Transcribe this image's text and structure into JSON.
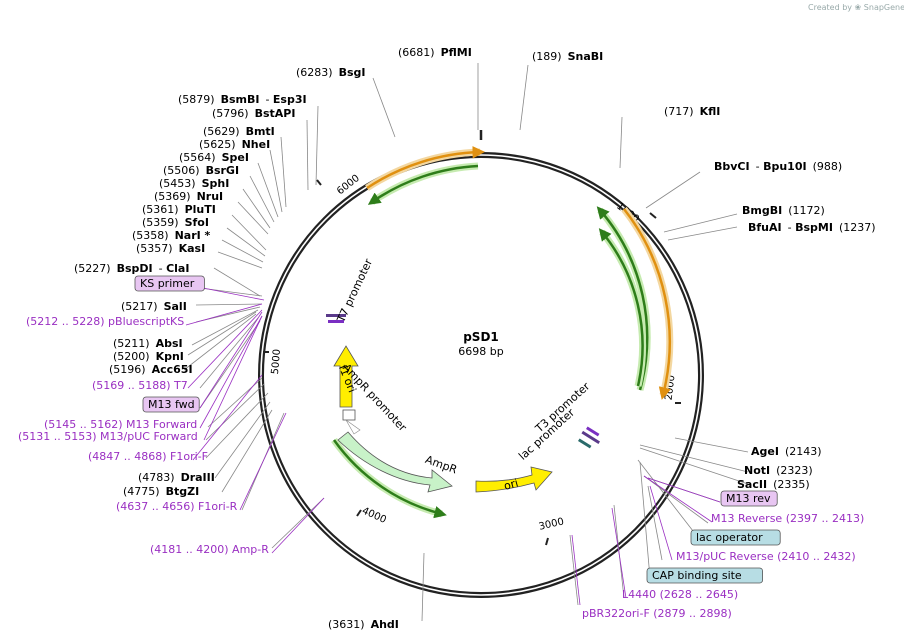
{
  "credit": "Created by ❀ SnapGene",
  "plasmid": {
    "name": "pSD1",
    "size": "6698 bp"
  },
  "scale_ticks": [
    "1000",
    "2000",
    "3000",
    "4000",
    "5000",
    "6000"
  ],
  "features": [
    {
      "label": "T7 promoter",
      "type": "promoter"
    },
    {
      "label": "f1 ori",
      "type": "rep_origin",
      "color": "#ffee00"
    },
    {
      "label": "AmpR promoter",
      "type": "promoter"
    },
    {
      "label": "AmpR",
      "type": "CDS",
      "color": "#c8f2c8"
    },
    {
      "label": "ori",
      "type": "rep_origin",
      "color": "#ffee00"
    },
    {
      "label": "lac promoter",
      "type": "promoter"
    },
    {
      "label": "T3 promoter",
      "type": "promoter"
    }
  ],
  "sites": [
    {
      "id": "pflmi",
      "pos": "(6681)",
      "name": "PflMI"
    },
    {
      "id": "snabi",
      "pos": "(189)",
      "name": "SnaBI"
    },
    {
      "id": "bsgi",
      "pos": "(6283)",
      "name": "BsgI"
    },
    {
      "id": "kfli",
      "pos": "(717)",
      "name": "KflI"
    },
    {
      "id": "bsmbi",
      "pos": "(5879)",
      "name": "BsmBI",
      "alt": "Esp3I"
    },
    {
      "id": "bstapi",
      "pos": "(5796)",
      "name": "BstAPI"
    },
    {
      "id": "bbvci",
      "pos": "",
      "name": "BbvCI",
      "alt": "Bpu10I",
      "pos_after": "(988)"
    },
    {
      "id": "bmti",
      "pos": "(5629)",
      "name": "BmtI"
    },
    {
      "id": "nhei",
      "pos": "(5625)",
      "name": "NheI"
    },
    {
      "id": "spei",
      "pos": "(5564)",
      "name": "SpeI"
    },
    {
      "id": "bsrgi",
      "pos": "(5506)",
      "name": "BsrGI"
    },
    {
      "id": "sphi",
      "pos": "(5453)",
      "name": "SphI"
    },
    {
      "id": "bmgbi",
      "pos": "",
      "name": "BmgBI",
      "pos_after": "(1172)"
    },
    {
      "id": "nrui",
      "pos": "(5369)",
      "name": "NruI"
    },
    {
      "id": "bfuai",
      "pos": "",
      "name": "BfuAI",
      "alt": "BspMI",
      "pos_after": "(1237)"
    },
    {
      "id": "pluti",
      "pos": "(5361)",
      "name": "PluTI"
    },
    {
      "id": "sfoi",
      "pos": "(5359)",
      "name": "SfoI"
    },
    {
      "id": "nari",
      "pos": "(5358)",
      "name": "NarI *"
    },
    {
      "id": "kasi",
      "pos": "(5357)",
      "name": "KasI"
    },
    {
      "id": "bspdi",
      "pos": "(5227)",
      "name": "BspDI",
      "alt": "ClaI"
    },
    {
      "id": "sali",
      "pos": "(5217)",
      "name": "SalI"
    },
    {
      "id": "absi",
      "pos": "(5211)",
      "name": "AbsI"
    },
    {
      "id": "kpni",
      "pos": "(5200)",
      "name": "KpnI"
    },
    {
      "id": "acc65i",
      "pos": "(5196)",
      "name": "Acc65I"
    },
    {
      "id": "dra3",
      "pos": "(4783)",
      "name": "DraIII"
    },
    {
      "id": "btgzi",
      "pos": "(4775)",
      "name": "BtgZI"
    },
    {
      "id": "agei",
      "pos": "",
      "name": "AgeI",
      "pos_after": "(2143)"
    },
    {
      "id": "noti",
      "pos": "",
      "name": "NotI",
      "pos_after": "(2323)"
    },
    {
      "id": "sacii",
      "pos": "",
      "name": "SacII",
      "pos_after": "(2335)"
    },
    {
      "id": "ahdi",
      "pos": "(3631)",
      "name": "AhdI"
    }
  ],
  "primers": [
    {
      "id": "ks-primer",
      "label": "KS primer",
      "boxed": true
    },
    {
      "id": "pbluescriptks",
      "label": "(5212 .. 5228)  pBluescriptKS"
    },
    {
      "id": "t7",
      "label": "(5169 .. 5188)  T7"
    },
    {
      "id": "m13-fwd",
      "label": "M13 fwd",
      "boxed": true
    },
    {
      "id": "m13-forward",
      "label": "(5145 .. 5162)  M13 Forward"
    },
    {
      "id": "m13-puc-forward",
      "label": "(5131 .. 5153)  M13/pUC Forward"
    },
    {
      "id": "f1ori-f",
      "label": "(4847 .. 4868)  F1ori-F"
    },
    {
      "id": "f1ori-r",
      "label": "(4637 .. 4656)  F1ori-R"
    },
    {
      "id": "amp-r",
      "label": "(4181 .. 4200)  Amp-R"
    },
    {
      "id": "m13-rev",
      "label": "M13 rev",
      "boxed": true
    },
    {
      "id": "m13-reverse",
      "label": "M13 Reverse    (2397 .. 2413)"
    },
    {
      "id": "lac-operator",
      "label": "lac operator",
      "boxed": true,
      "teal": true
    },
    {
      "id": "m13-puc-reverse",
      "label": "M13/pUC Reverse     (2410 .. 2432)"
    },
    {
      "id": "cap-binding-site",
      "label": "CAP binding site",
      "boxed": true,
      "teal": true
    },
    {
      "id": "l4440",
      "label": "L4440    (2628 .. 2645)"
    },
    {
      "id": "pbr322ori-f",
      "label": "pBR322ori-F    (2879 .. 2898)"
    }
  ],
  "colors": {
    "primer": "#9a2fc2",
    "green": "#2e7d1a",
    "orange": "#e09010",
    "primer_box": "#e8c6f2",
    "teal_box": "#b7dde4"
  }
}
